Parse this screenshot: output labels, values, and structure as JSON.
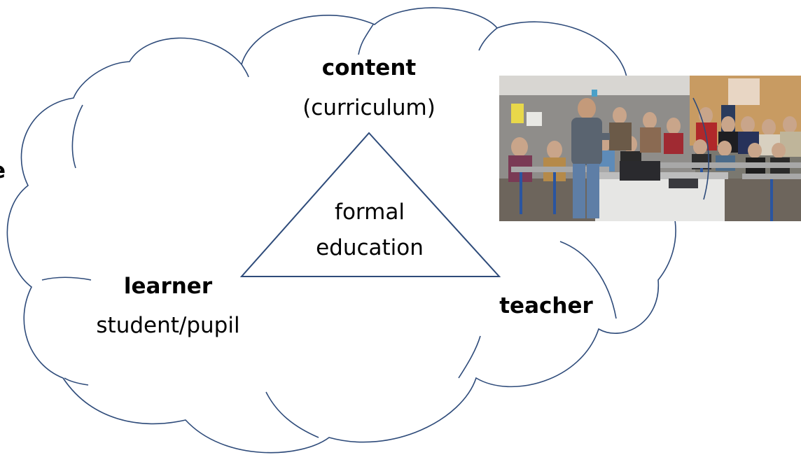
{
  "nodes": {
    "content": {
      "title": "content",
      "subtitle": "(curriculum)"
    },
    "center": {
      "line1": "formal",
      "line2": "education"
    },
    "learner": {
      "title": "learner",
      "subtitle": "student/pupil"
    },
    "teacher": {
      "title": "teacher"
    }
  },
  "clipped_text": "e",
  "photo": {
    "description_icon": "classroom-photo"
  },
  "colors": {
    "stroke": "#2e4b7a",
    "text": "#000000"
  }
}
